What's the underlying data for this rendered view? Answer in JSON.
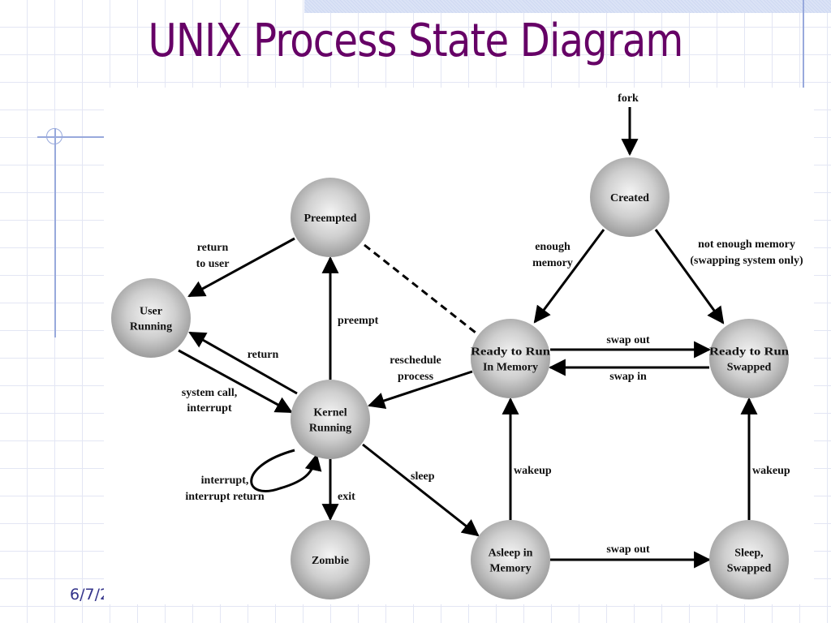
{
  "slide": {
    "title": "UNIX Process State Diagram",
    "date": "6/7/2"
  },
  "theme": {
    "title_color": "#660066",
    "accent_line_color": "#98a9dc",
    "grid_color": "#e3e6f4",
    "node_fill_light": "#f2f2f2",
    "node_fill_dark": "#9a9a9a"
  },
  "diagram": {
    "nodes": [
      {
        "id": "created",
        "lines": [
          "Created"
        ]
      },
      {
        "id": "preempted",
        "lines": [
          "Preempted"
        ]
      },
      {
        "id": "user-running",
        "lines": [
          "User",
          "Running"
        ]
      },
      {
        "id": "kernel-running",
        "lines": [
          "Kernel",
          "Running"
        ]
      },
      {
        "id": "ready-in-memory",
        "lines": [
          "Ready to Run",
          "In Memory"
        ]
      },
      {
        "id": "ready-swapped",
        "lines": [
          "Ready to Run",
          "Swapped"
        ]
      },
      {
        "id": "zombie",
        "lines": [
          "Zombie"
        ]
      },
      {
        "id": "asleep-in-memory",
        "lines": [
          "Asleep in",
          "Memory"
        ]
      },
      {
        "id": "sleep-swapped",
        "lines": [
          "Sleep,",
          "Swapped"
        ]
      }
    ],
    "edges": [
      {
        "from": "fork",
        "to": "created",
        "label": [
          "fork"
        ]
      },
      {
        "from": "created",
        "to": "ready-in-memory",
        "label": [
          "enough",
          "memory"
        ]
      },
      {
        "from": "created",
        "to": "ready-swapped",
        "label": [
          "not enough memory",
          "(swapping system only)"
        ]
      },
      {
        "from": "ready-in-memory",
        "to": "ready-swapped",
        "label": [
          "swap out"
        ]
      },
      {
        "from": "ready-swapped",
        "to": "ready-in-memory",
        "label": [
          "swap in"
        ]
      },
      {
        "from": "preempted",
        "to": "user-running",
        "label": [
          "return",
          "to user"
        ]
      },
      {
        "from": "kernel-running",
        "to": "user-running",
        "label": [
          "return"
        ]
      },
      {
        "from": "user-running",
        "to": "kernel-running",
        "label": [
          "system call,",
          "interrupt"
        ]
      },
      {
        "from": "kernel-running",
        "to": "preempted",
        "label": [
          "preempt"
        ]
      },
      {
        "from": "preempted",
        "to": "ready-in-memory",
        "label": [],
        "style": "dashed"
      },
      {
        "from": "ready-in-memory",
        "to": "kernel-running",
        "label": [
          "reschedule",
          "process"
        ]
      },
      {
        "from": "kernel-running",
        "to": "kernel-running",
        "label": [
          "interrupt,",
          "interrupt return"
        ]
      },
      {
        "from": "kernel-running",
        "to": "zombie",
        "label": [
          "exit"
        ]
      },
      {
        "from": "kernel-running",
        "to": "asleep-in-memory",
        "label": [
          "sleep"
        ]
      },
      {
        "from": "asleep-in-memory",
        "to": "ready-in-memory",
        "label": [
          "wakeup"
        ]
      },
      {
        "from": "asleep-in-memory",
        "to": "sleep-swapped",
        "label": [
          "swap out"
        ]
      },
      {
        "from": "sleep-swapped",
        "to": "ready-swapped",
        "label": [
          "wakeup"
        ]
      }
    ]
  }
}
